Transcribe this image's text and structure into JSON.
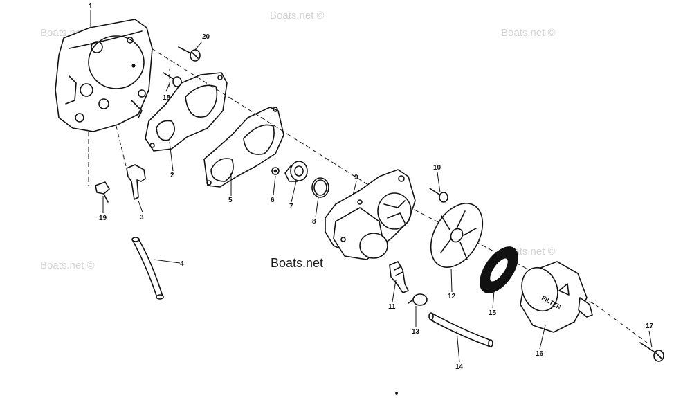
{
  "watermark": {
    "text": "Boats.net ©",
    "center_text": "Boats.net"
  },
  "filter_label": "FILTER",
  "callouts": [
    "1",
    "2",
    "3",
    "4",
    "5",
    "6",
    "7",
    "8",
    "9",
    "10",
    "11",
    "12",
    "13",
    "14",
    "15",
    "16",
    "17",
    "18",
    "19",
    "20"
  ]
}
